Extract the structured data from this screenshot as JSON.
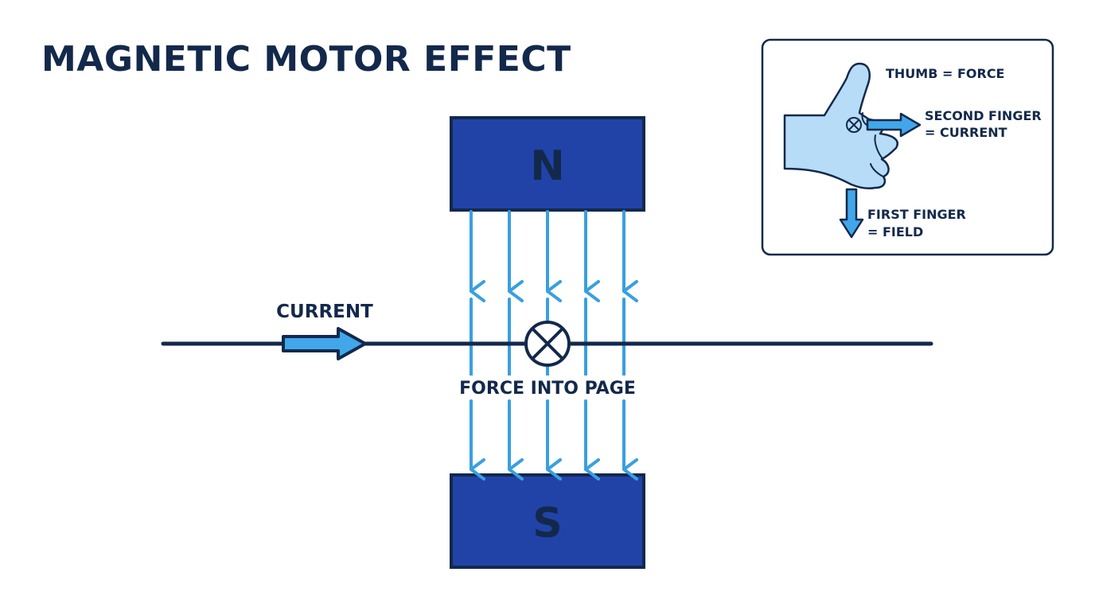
{
  "title": "MAGNETIC MOTOR EFFECT",
  "magnet": {
    "north_label": "N",
    "south_label": "S",
    "field_line_count": 5
  },
  "wire": {
    "current_label": "CURRENT",
    "force_label": "FORCE INTO PAGE"
  },
  "inset": {
    "thumb_label": "THUMB = FORCE",
    "second_finger_line1": "SECOND FINGER",
    "second_finger_line2": "= CURRENT",
    "first_finger_line1": "FIRST FINGER",
    "first_finger_line2": "= FIELD"
  },
  "colors": {
    "ink": "#13294b",
    "magnet_fill": "#2143a8",
    "field_arrow": "#3a9fe0",
    "current_arrow": "#41a7ea",
    "hand_fill": "#b6dcf7",
    "background": "#ffffff"
  }
}
